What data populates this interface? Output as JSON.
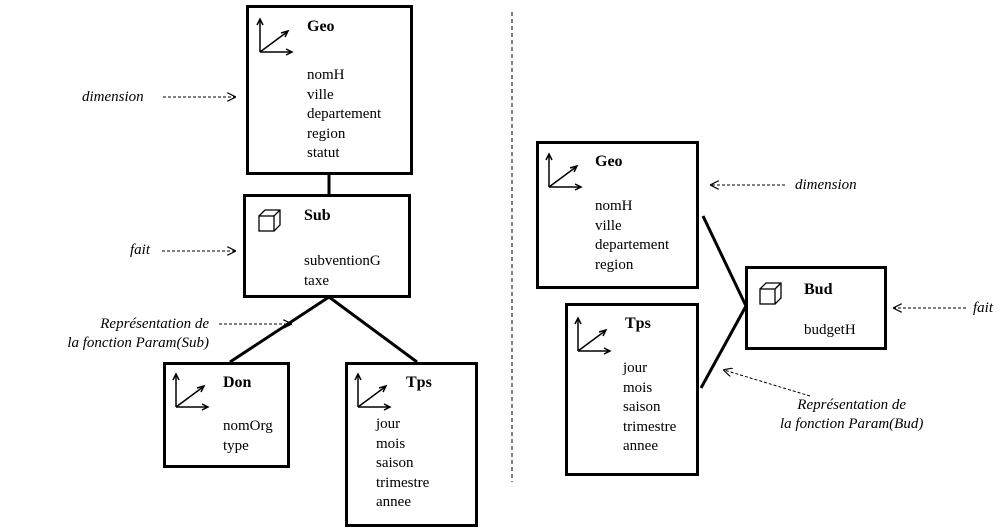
{
  "left": {
    "geo": {
      "title": "Geo",
      "icon": "axes-icon",
      "attrs": [
        "nomH",
        "ville",
        "departement",
        "region",
        "statut"
      ]
    },
    "sub": {
      "title": "Sub",
      "icon": "cube-icon",
      "attrs": [
        "subventionG",
        "taxe"
      ]
    },
    "don": {
      "title": "Don",
      "icon": "axes-icon",
      "attrs": [
        "nomOrg",
        "type"
      ]
    },
    "tps": {
      "title": "Tps",
      "icon": "axes-icon",
      "attrs": [
        "jour",
        "mois",
        "saison",
        "trimestre",
        "annee"
      ]
    },
    "labels": {
      "dimension": "dimension",
      "fait": "fait",
      "param_line1": "Représentation de",
      "param_line2": "la fonction Param(Sub)"
    }
  },
  "right": {
    "geo": {
      "title": "Geo",
      "icon": "axes-icon",
      "attrs": [
        "nomH",
        "ville",
        "departement",
        "region"
      ]
    },
    "tps": {
      "title": "Tps",
      "icon": "axes-icon",
      "attrs": [
        "jour",
        "mois",
        "saison",
        "trimestre",
        "annee"
      ]
    },
    "bud": {
      "title": "Bud",
      "icon": "cube-icon",
      "attrs": [
        "budgetH"
      ]
    },
    "labels": {
      "dimension": "dimension",
      "fait": "fait",
      "param_line1": "Représentation de",
      "param_line2": "la fonction Param(Bud)"
    }
  }
}
